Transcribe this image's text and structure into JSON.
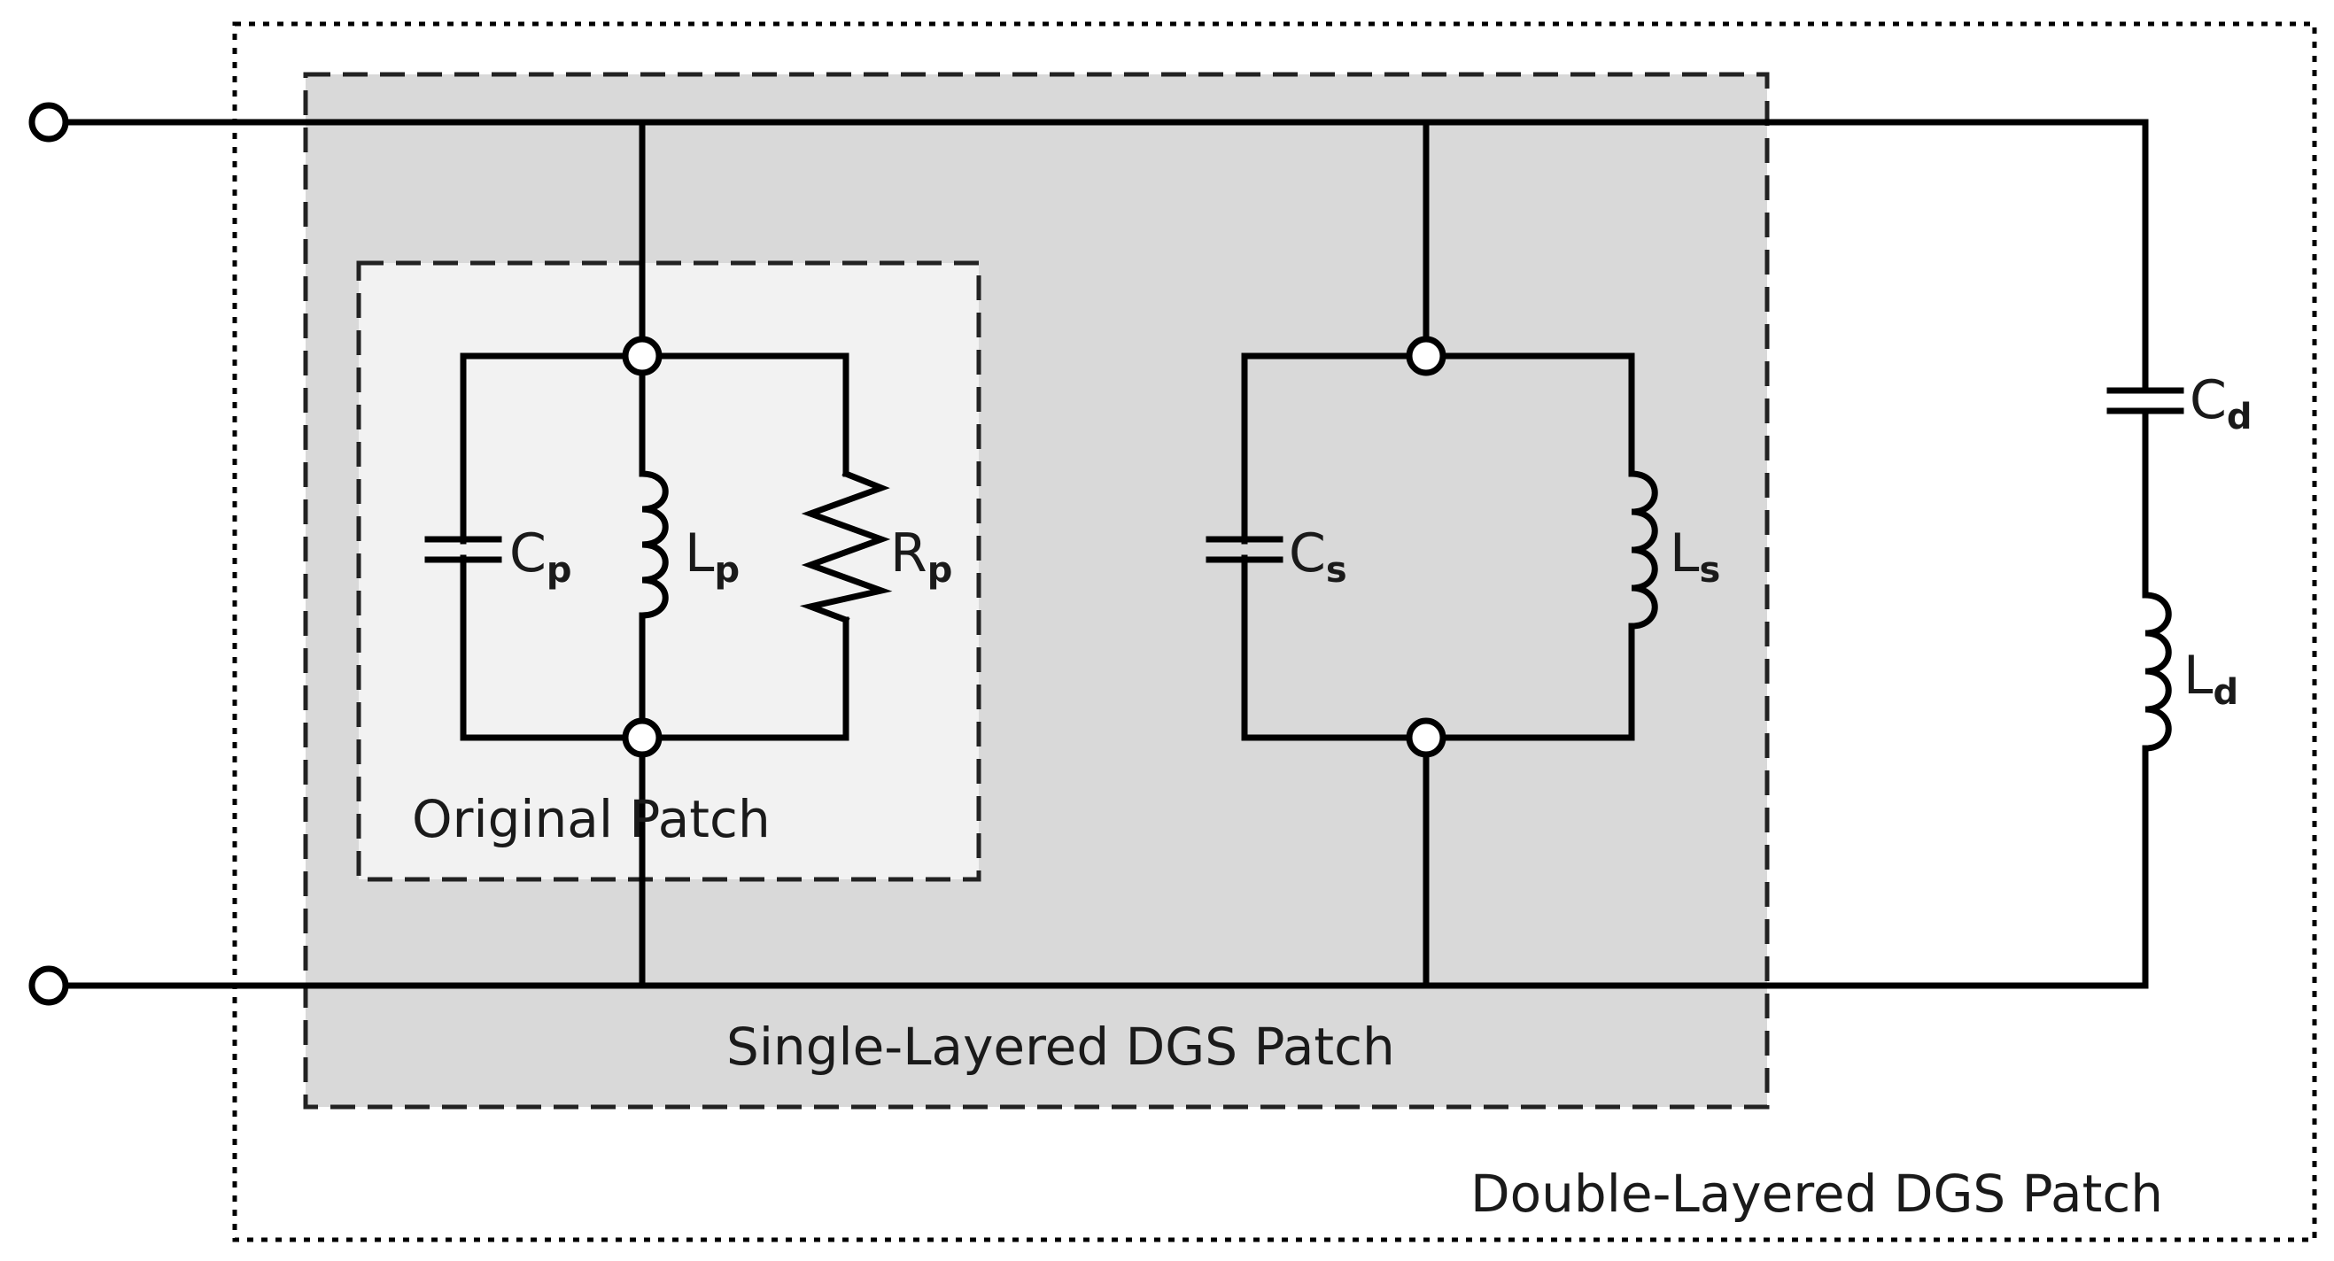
{
  "regions": {
    "double_layered": {
      "label": "Double-Layered DGS Patch",
      "fill": "#ffffff"
    },
    "single_layered": {
      "label": "Single-Layered DGS Patch",
      "fill": "#d9d9d9"
    },
    "original": {
      "label": "Original Patch",
      "fill": "#f2f2f2"
    }
  },
  "components": {
    "cp": {
      "symbol": "C",
      "sub": "p",
      "kind": "capacitor"
    },
    "lp": {
      "symbol": "L",
      "sub": "p",
      "kind": "inductor"
    },
    "rp": {
      "symbol": "R",
      "sub": "p",
      "kind": "resistor"
    },
    "cs": {
      "symbol": "C",
      "sub": "s",
      "kind": "capacitor"
    },
    "ls": {
      "symbol": "L",
      "sub": "s",
      "kind": "inductor"
    },
    "cd": {
      "symbol": "C",
      "sub": "d",
      "kind": "capacitor"
    },
    "ld": {
      "symbol": "L",
      "sub": "d",
      "kind": "inductor"
    }
  }
}
